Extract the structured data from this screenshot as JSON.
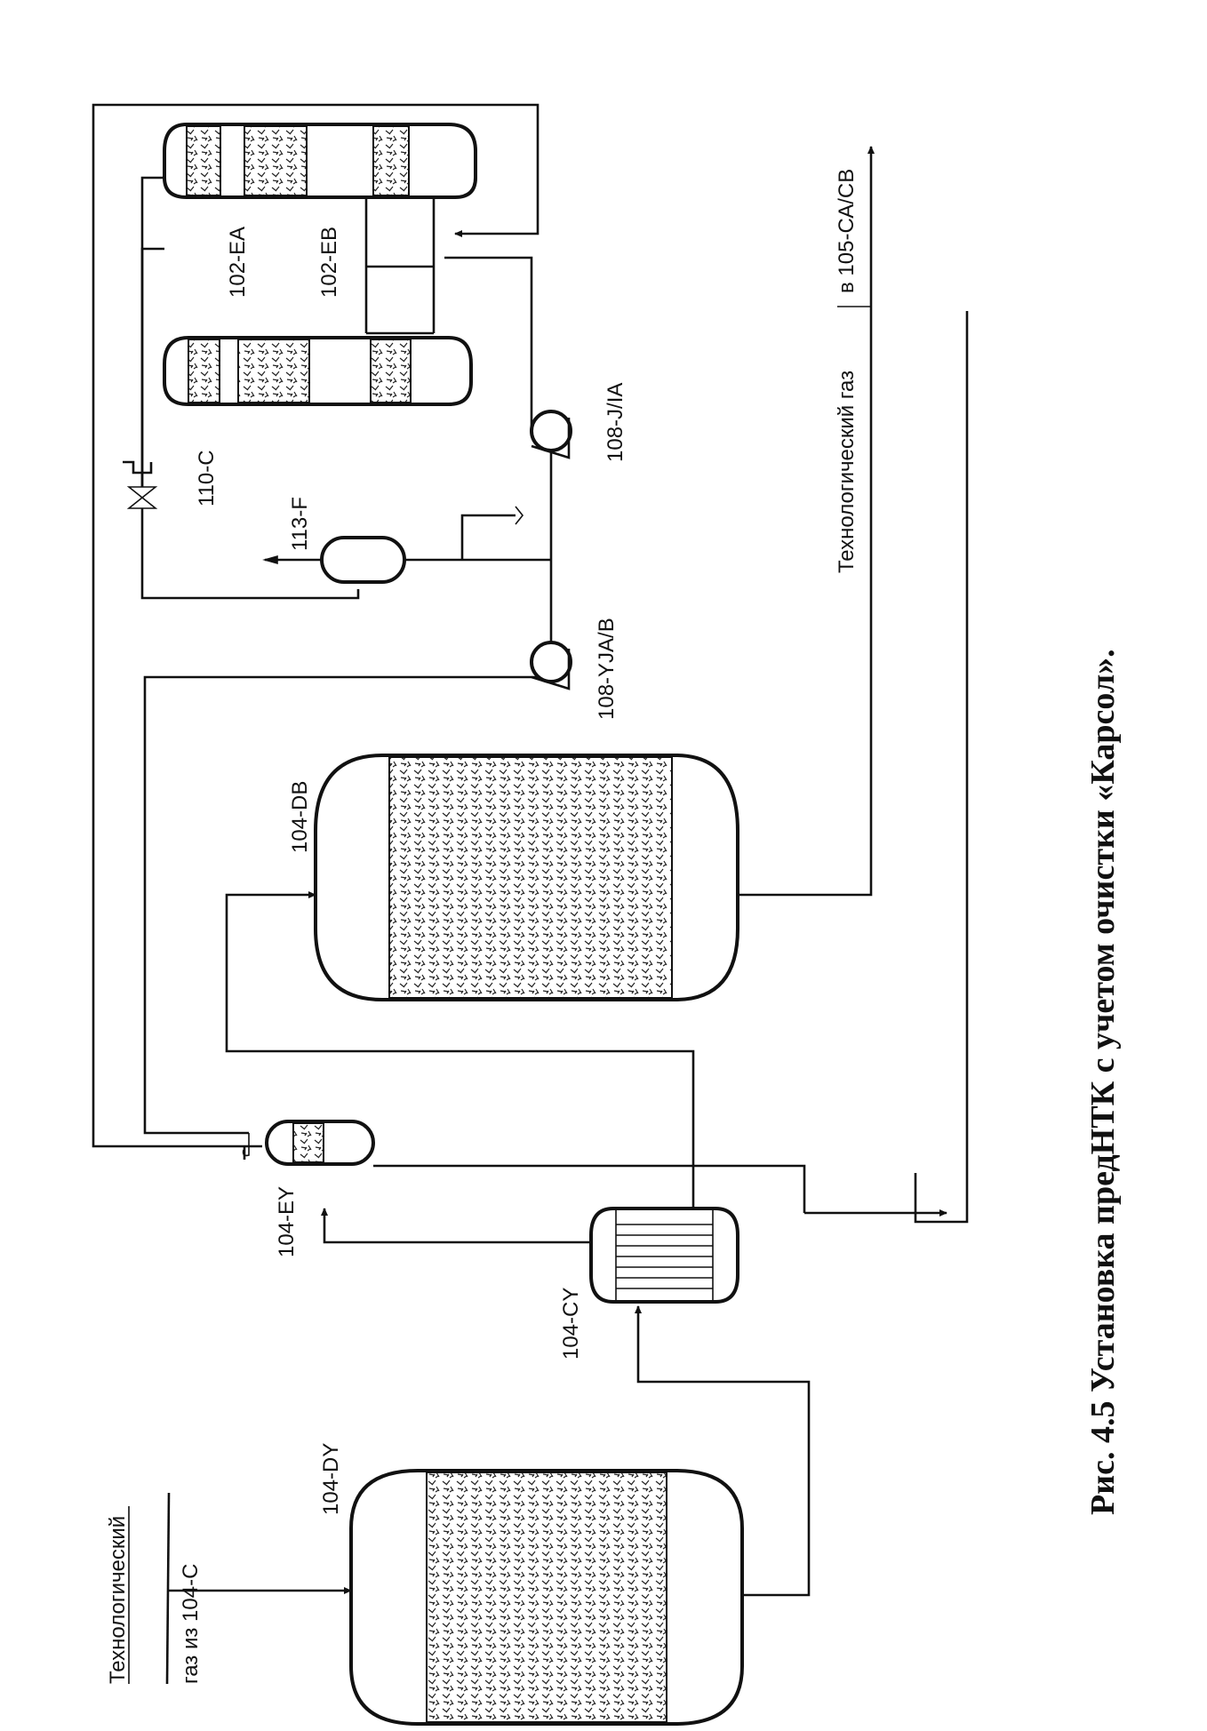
{
  "labels": {
    "inlet_top": "Технологический",
    "inlet_bottom": "газ из 104-С",
    "dy": "104-DY",
    "cy": "104-CY",
    "ey": "104-EY",
    "db": "104-DB",
    "yja": "108-YJA/B",
    "f113": "113-F",
    "c110": "110-C",
    "jia": "108-J/IA",
    "ea": "102-EA",
    "eb": "102-EB",
    "outlet_left": "Технологический газ",
    "outlet_right": "в 105-СА/СВ"
  },
  "caption": "Рис. 4.5  Установка предНТК с учетом очистки «Карсол»."
}
